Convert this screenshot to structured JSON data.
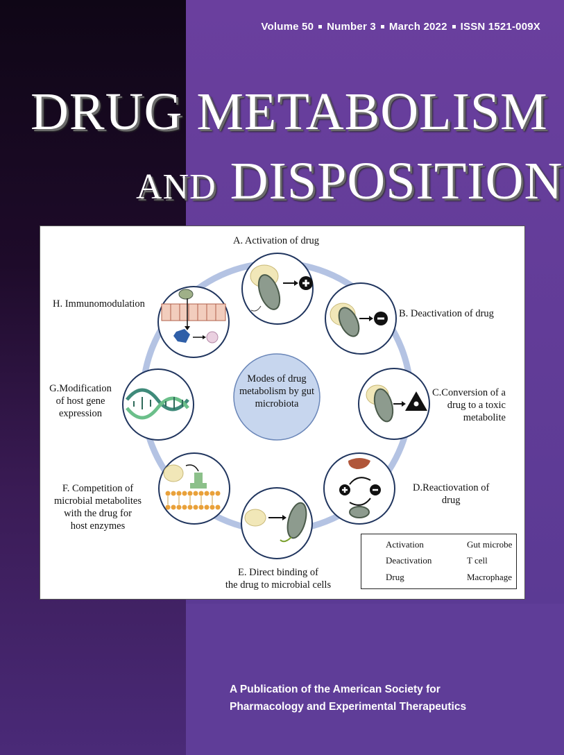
{
  "issue": {
    "volume": "Volume 50",
    "number": "Number 3",
    "date": "March 2022",
    "issn": "ISSN 1521-009X"
  },
  "title": {
    "line1_a": "DRUG",
    "line1_b": "METABOLISM",
    "line2_a": "AND",
    "line2_b": "DISPOSITION"
  },
  "figure": {
    "center": "Modes of drug metabolism by gut microbiota",
    "labels": {
      "a": "A. Activation of drug",
      "b": "B. Deactivation of drug",
      "c1": "C.Conversion of a",
      "c2": "drug to a toxic",
      "c3": "metabolite",
      "d1": "D.Reactiovation of",
      "d2": "drug",
      "e1": "E. Direct binding of",
      "e2": "the drug to microbial cells",
      "f1": "F. Competition of",
      "f2": "microbial metabolites",
      "f3": "with the drug for",
      "f4": "host enzymes",
      "g1": "G.Modification",
      "g2": "of host gene",
      "g3": "expression",
      "h": "H. Immunomodulation"
    },
    "legend": {
      "activation": "Activation",
      "deactivation": "Deactivation",
      "drug": "Drug",
      "gut_microbe": "Gut microbe",
      "t_cell": "T cell",
      "macrophage": "Macrophage"
    }
  },
  "footer": {
    "line1": "A Publication of the American Society for",
    "line2": "Pharmacology and Experimental Therapeutics"
  },
  "colors": {
    "purple": "#5f3d93",
    "dark": "#1a0a24",
    "ring": "#b4c3e3",
    "center_fill": "#c7d6ee"
  }
}
